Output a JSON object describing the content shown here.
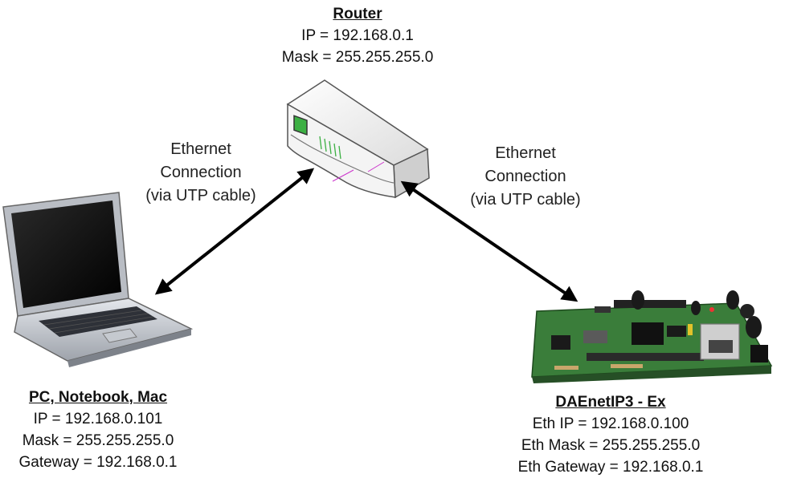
{
  "router": {
    "title": "Router",
    "ip": "IP = 192.168.0.1",
    "mask": "Mask = 255.255.255.0"
  },
  "pc": {
    "title": "PC, Notebook, Mac",
    "ip": "IP = 192.168.0.101",
    "mask": "Mask = 255.255.255.0",
    "gateway": "Gateway = 192.168.0.1"
  },
  "device": {
    "title": "DAEnetIP3 - Ex",
    "ip": "Eth IP = 192.168.0.100",
    "mask": "Eth Mask = 255.255.255.0",
    "gateway": "Eth Gateway = 192.168.0.1"
  },
  "connections": {
    "left": [
      "Ethernet",
      "Connection",
      "(via UTP cable)"
    ],
    "right": [
      "Ethernet",
      "Connection",
      "(via UTP cable)"
    ]
  },
  "colors": {
    "arrow": "#000000",
    "router_led": "#3cb043",
    "pcb": "#3a7d3a"
  }
}
